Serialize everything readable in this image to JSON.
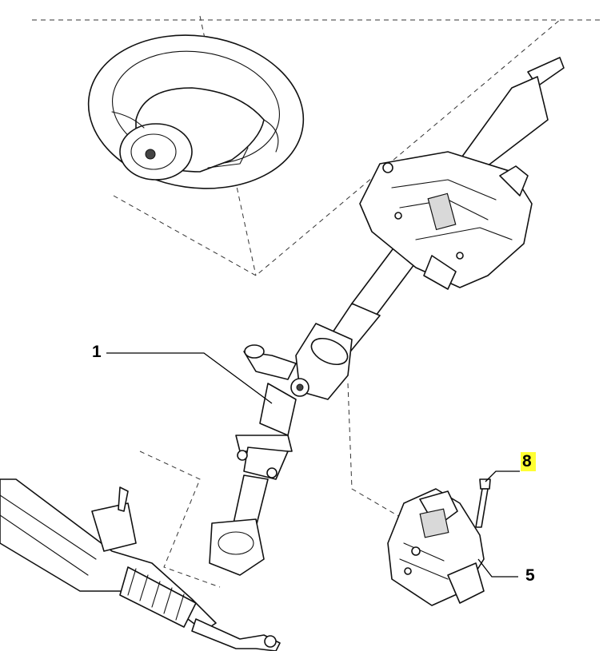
{
  "callouts": [
    {
      "id": "1",
      "label": "1",
      "highlighted": false
    },
    {
      "id": "8",
      "label": "8",
      "highlighted": true
    },
    {
      "id": "5",
      "label": "5",
      "highlighted": false
    }
  ],
  "highlight_color": "#ffff33"
}
